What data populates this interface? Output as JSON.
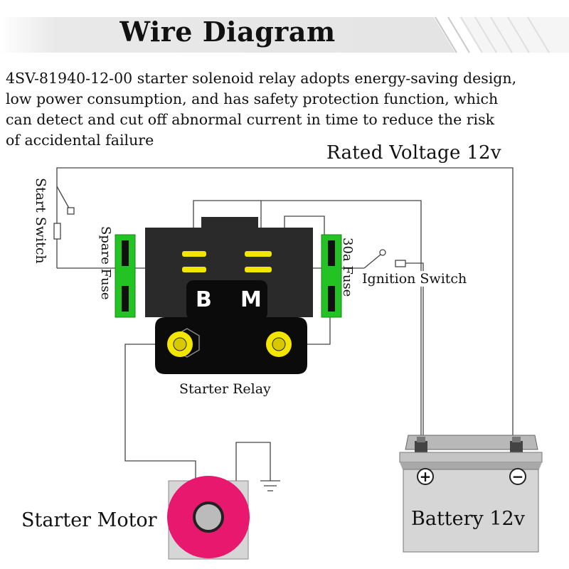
{
  "title": "Wire Diagram",
  "description": "4SV-81940-12-00 starter solenoid relay adopts energy-saving design,\nlow power consumption, and has safety protection function, which\ncan detect and cut off abnormal current in time to reduce the risk\nof accidental failure",
  "labels": {
    "rated_voltage": "Rated Voltage 12v",
    "start_switch": "Start Switch",
    "spare_fuse": "Spare Fuse",
    "fuse_30a": "30a Fuse",
    "ignition_switch": "Ignition Switch",
    "starter_relay": "Starter Relay",
    "starter_motor": "Starter Motor",
    "battery": "Battery 12v",
    "terminal_b": "B",
    "terminal_m": "M",
    "battery_plus": "+",
    "battery_minus": "−"
  },
  "colors": {
    "fuse_green": "#22c323",
    "terminal_yellow": "#f2e500",
    "motor_pink": "#e8186e",
    "relay_body": "#2a2a2a",
    "relay_base": "#0b0b0b",
    "battery_gray": "#d6d6d6"
  }
}
